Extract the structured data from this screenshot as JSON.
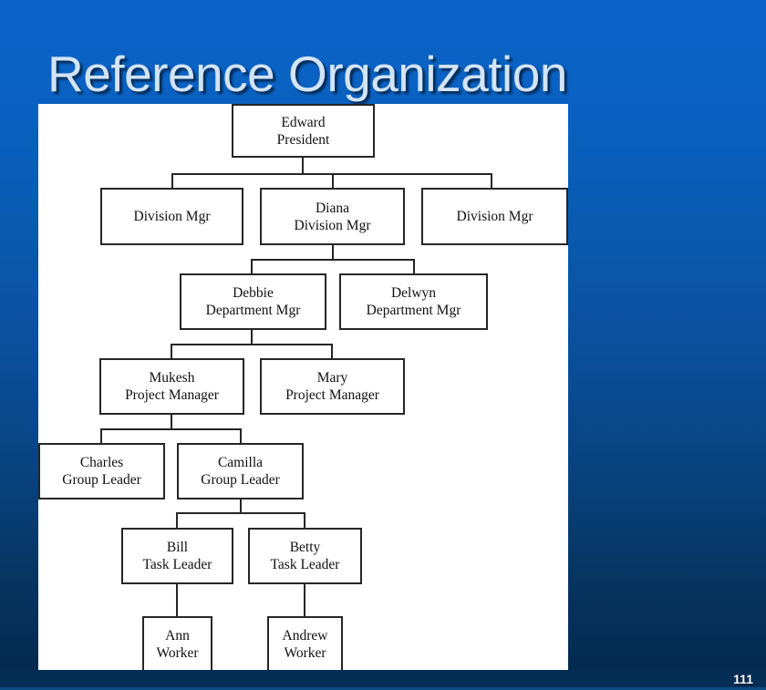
{
  "slide": {
    "title": "Reference Organization",
    "page_number": "111",
    "background_top_color": "#0a64c8",
    "background_bottom_color": "#042a4e",
    "band_color": "#042d55",
    "title_color": "#d3e4f7",
    "panel_color": "#ffffff",
    "node_border_color": "#262626"
  },
  "chart_data": {
    "type": "diagram",
    "title": "Reference Organization",
    "nodes": [
      {
        "id": "edward",
        "name": "Edward",
        "role": "President"
      },
      {
        "id": "divleft",
        "name": "",
        "role": "Division Mgr"
      },
      {
        "id": "diana",
        "name": "Diana",
        "role": "Division Mgr"
      },
      {
        "id": "divright",
        "name": "",
        "role": "Division Mgr"
      },
      {
        "id": "debbie",
        "name": "Debbie",
        "role": "Department Mgr"
      },
      {
        "id": "delwyn",
        "name": "Delwyn",
        "role": "Department Mgr"
      },
      {
        "id": "mukesh",
        "name": "Mukesh",
        "role": "Project Manager"
      },
      {
        "id": "mary",
        "name": "Mary",
        "role": "Project Manager"
      },
      {
        "id": "charles",
        "name": "Charles",
        "role": "Group Leader"
      },
      {
        "id": "camilla",
        "name": "Camilla",
        "role": "Group Leader"
      },
      {
        "id": "bill",
        "name": "Bill",
        "role": "Task Leader"
      },
      {
        "id": "betty",
        "name": "Betty",
        "role": "Task Leader"
      },
      {
        "id": "ann",
        "name": "Ann",
        "role": "Worker"
      },
      {
        "id": "andrew",
        "name": "Andrew",
        "role": "Worker"
      }
    ],
    "edges": [
      {
        "from": "edward",
        "to": "divleft"
      },
      {
        "from": "edward",
        "to": "diana"
      },
      {
        "from": "edward",
        "to": "divright"
      },
      {
        "from": "diana",
        "to": "debbie"
      },
      {
        "from": "diana",
        "to": "delwyn"
      },
      {
        "from": "debbie",
        "to": "mukesh"
      },
      {
        "from": "debbie",
        "to": "mary"
      },
      {
        "from": "mukesh",
        "to": "charles"
      },
      {
        "from": "mukesh",
        "to": "camilla"
      },
      {
        "from": "camilla",
        "to": "bill"
      },
      {
        "from": "camilla",
        "to": "betty"
      },
      {
        "from": "bill",
        "to": "ann"
      },
      {
        "from": "betty",
        "to": "andrew"
      }
    ]
  }
}
